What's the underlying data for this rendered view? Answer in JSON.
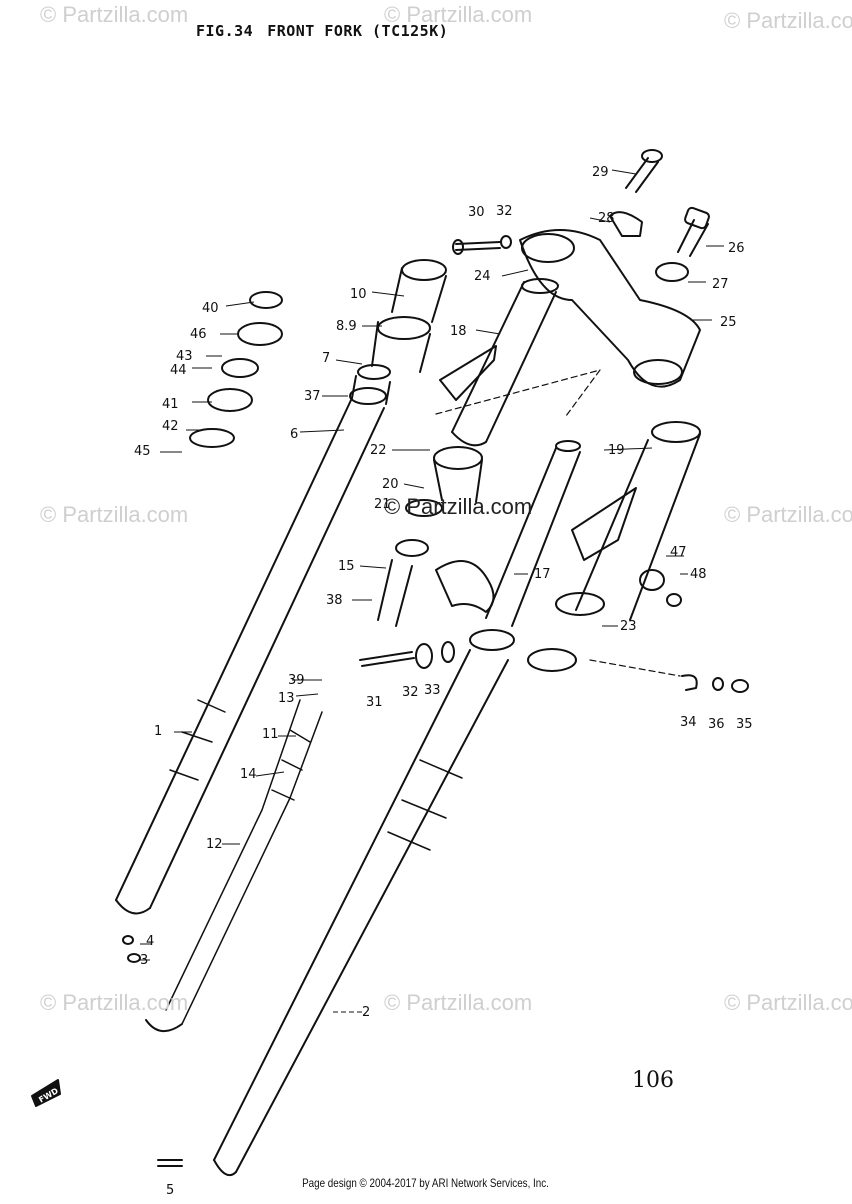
{
  "figure": {
    "fig_no": "FIG.34",
    "name": "FRONT FORK (TC125K)",
    "page_number": "106",
    "footer": "Page design © 2004-2017 by ARI Network Services, Inc.",
    "fwd_marker": "FWD"
  },
  "watermark": "© Partzilla.com",
  "part_labels": [
    "1",
    "2",
    "3",
    "4",
    "5",
    "6",
    "7",
    "8.9",
    "10",
    "11",
    "12",
    "13",
    "14",
    "15",
    "17",
    "18",
    "19",
    "20",
    "21",
    "22",
    "23",
    "24",
    "25",
    "26",
    "27",
    "28",
    "29",
    "30",
    "31",
    "32",
    "32",
    "33",
    "34",
    "35",
    "36",
    "37",
    "38",
    "39",
    "40",
    "41",
    "42",
    "43",
    "44",
    "45",
    "46",
    "47",
    "48"
  ]
}
